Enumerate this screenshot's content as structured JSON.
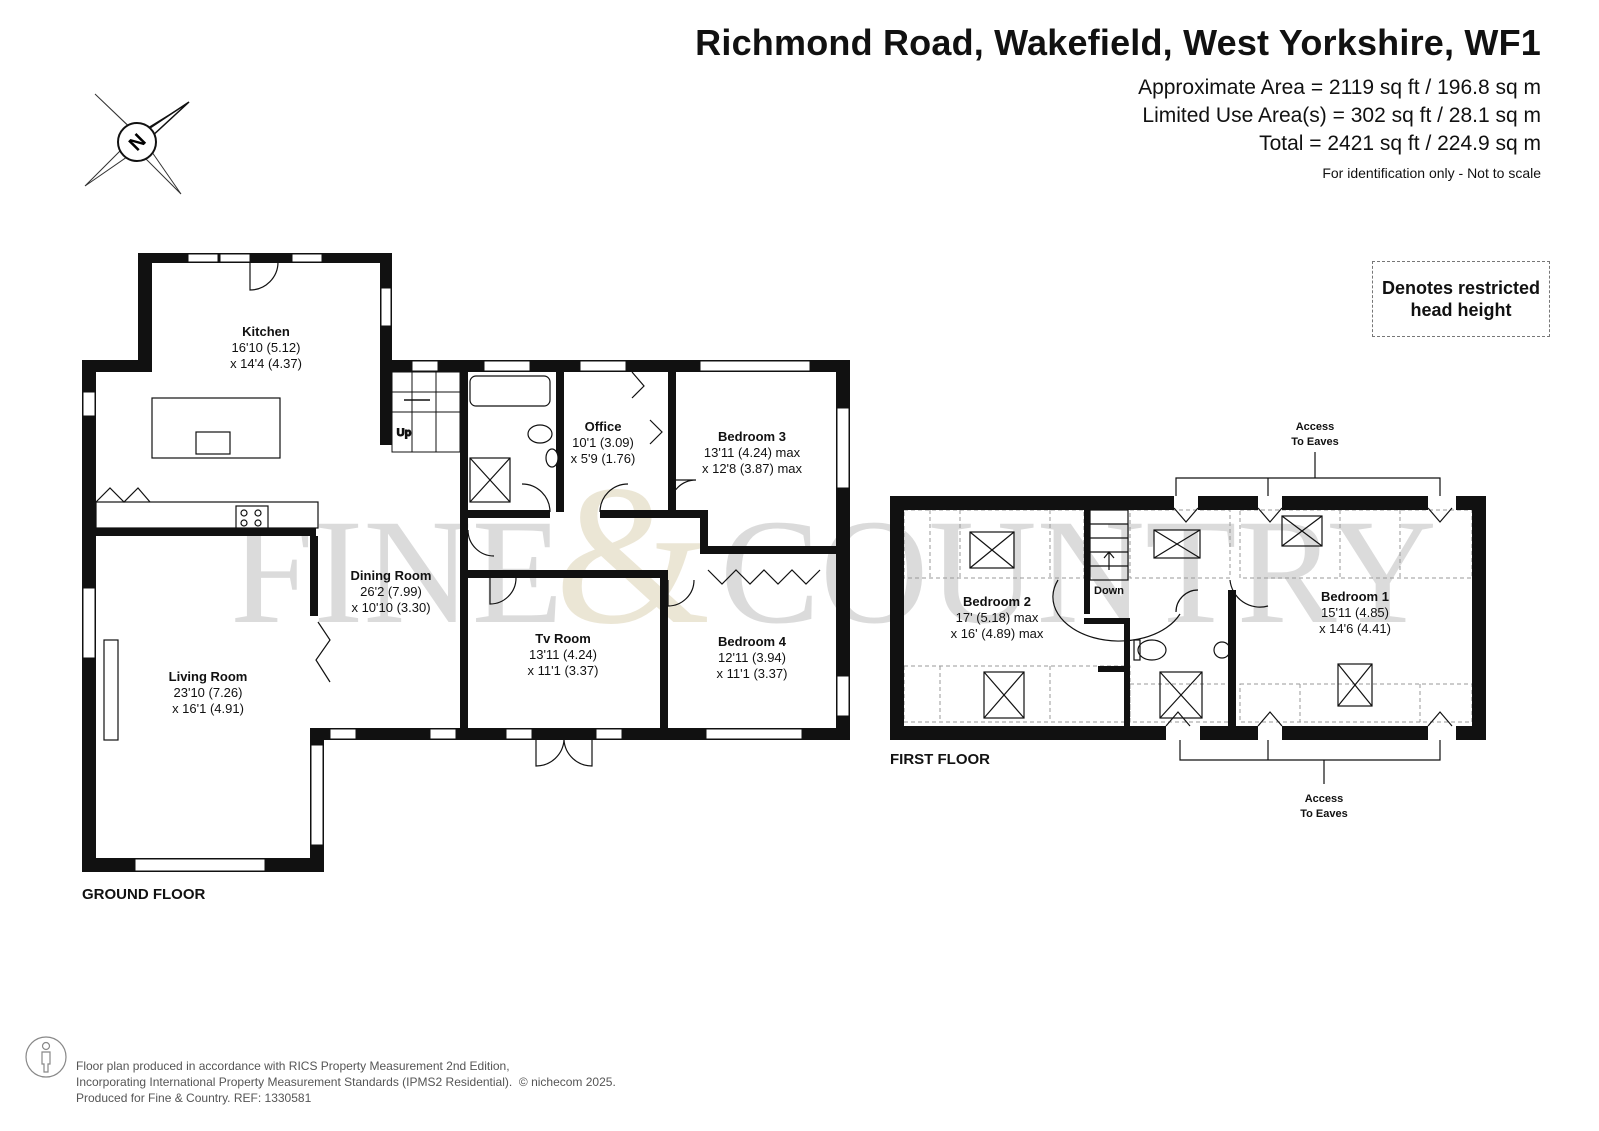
{
  "header": {
    "title": "Richmond Road, Wakefield, West Yorkshire, WF1",
    "approx_area": "Approximate Area = 2119 sq ft / 196.8 sq m",
    "limited_use": "Limited Use Area(s) = 302 sq ft / 28.1 sq m",
    "total": "Total = 2421 sq ft / 224.9 sq m",
    "note": "For identification only - Not to scale"
  },
  "legend": {
    "line1": "Denotes restricted",
    "line2": "head height"
  },
  "compass": {
    "letter": "N",
    "icon": "compass-icon"
  },
  "watermark": {
    "text_left": "FINE",
    "text_amp": "&",
    "text_right": "COUNTRY"
  },
  "ground_floor": {
    "label": "GROUND FLOOR",
    "rooms": {
      "kitchen": {
        "name": "Kitchen",
        "dim1": "16'10 (5.12)",
        "dim2": "x 14'4 (4.37)"
      },
      "dining": {
        "name": "Dining Room",
        "dim1": "26'2 (7.99)",
        "dim2": "x 10'10 (3.30)"
      },
      "living": {
        "name": "Living Room",
        "dim1": "23'10 (7.26)",
        "dim2": "x 16'1 (4.91)"
      },
      "office": {
        "name": "Office",
        "dim1": "10'1 (3.09)",
        "dim2": "x 5'9 (1.76)"
      },
      "bedroom3": {
        "name": "Bedroom 3",
        "dim1": "13'11 (4.24) max",
        "dim2": "x 12'8 (3.87) max"
      },
      "tvroom": {
        "name": "Tv Room",
        "dim1": "13'11 (4.24)",
        "dim2": "x 11'1 (3.37)"
      },
      "bedroom4": {
        "name": "Bedroom 4",
        "dim1": "12'11 (3.94)",
        "dim2": "x 11'1 (3.37)"
      }
    },
    "stairs_label": "Up"
  },
  "first_floor": {
    "label": "FIRST FLOOR",
    "rooms": {
      "bedroom2": {
        "name": "Bedroom 2",
        "dim1": "17' (5.18) max",
        "dim2": "x 16' (4.89) max"
      },
      "bedroom1": {
        "name": "Bedroom 1",
        "dim1": "15'11 (4.85)",
        "dim2": "x 14'6 (4.41)"
      }
    },
    "stairs_label": "Down",
    "access_top": {
      "l1": "Access",
      "l2": "To Eaves"
    },
    "access_bottom": {
      "l1": "Access",
      "l2": "To Eaves"
    }
  },
  "footer": {
    "line1": "Floor plan produced in accordance with RICS Property Measurement 2nd Edition,",
    "line2": "Incorporating International Property Measurement Standards (IPMS2 Residential).",
    "copyright": "© nichecom 2025.",
    "line3": "Produced for Fine & Country.   REF: 1330581"
  }
}
